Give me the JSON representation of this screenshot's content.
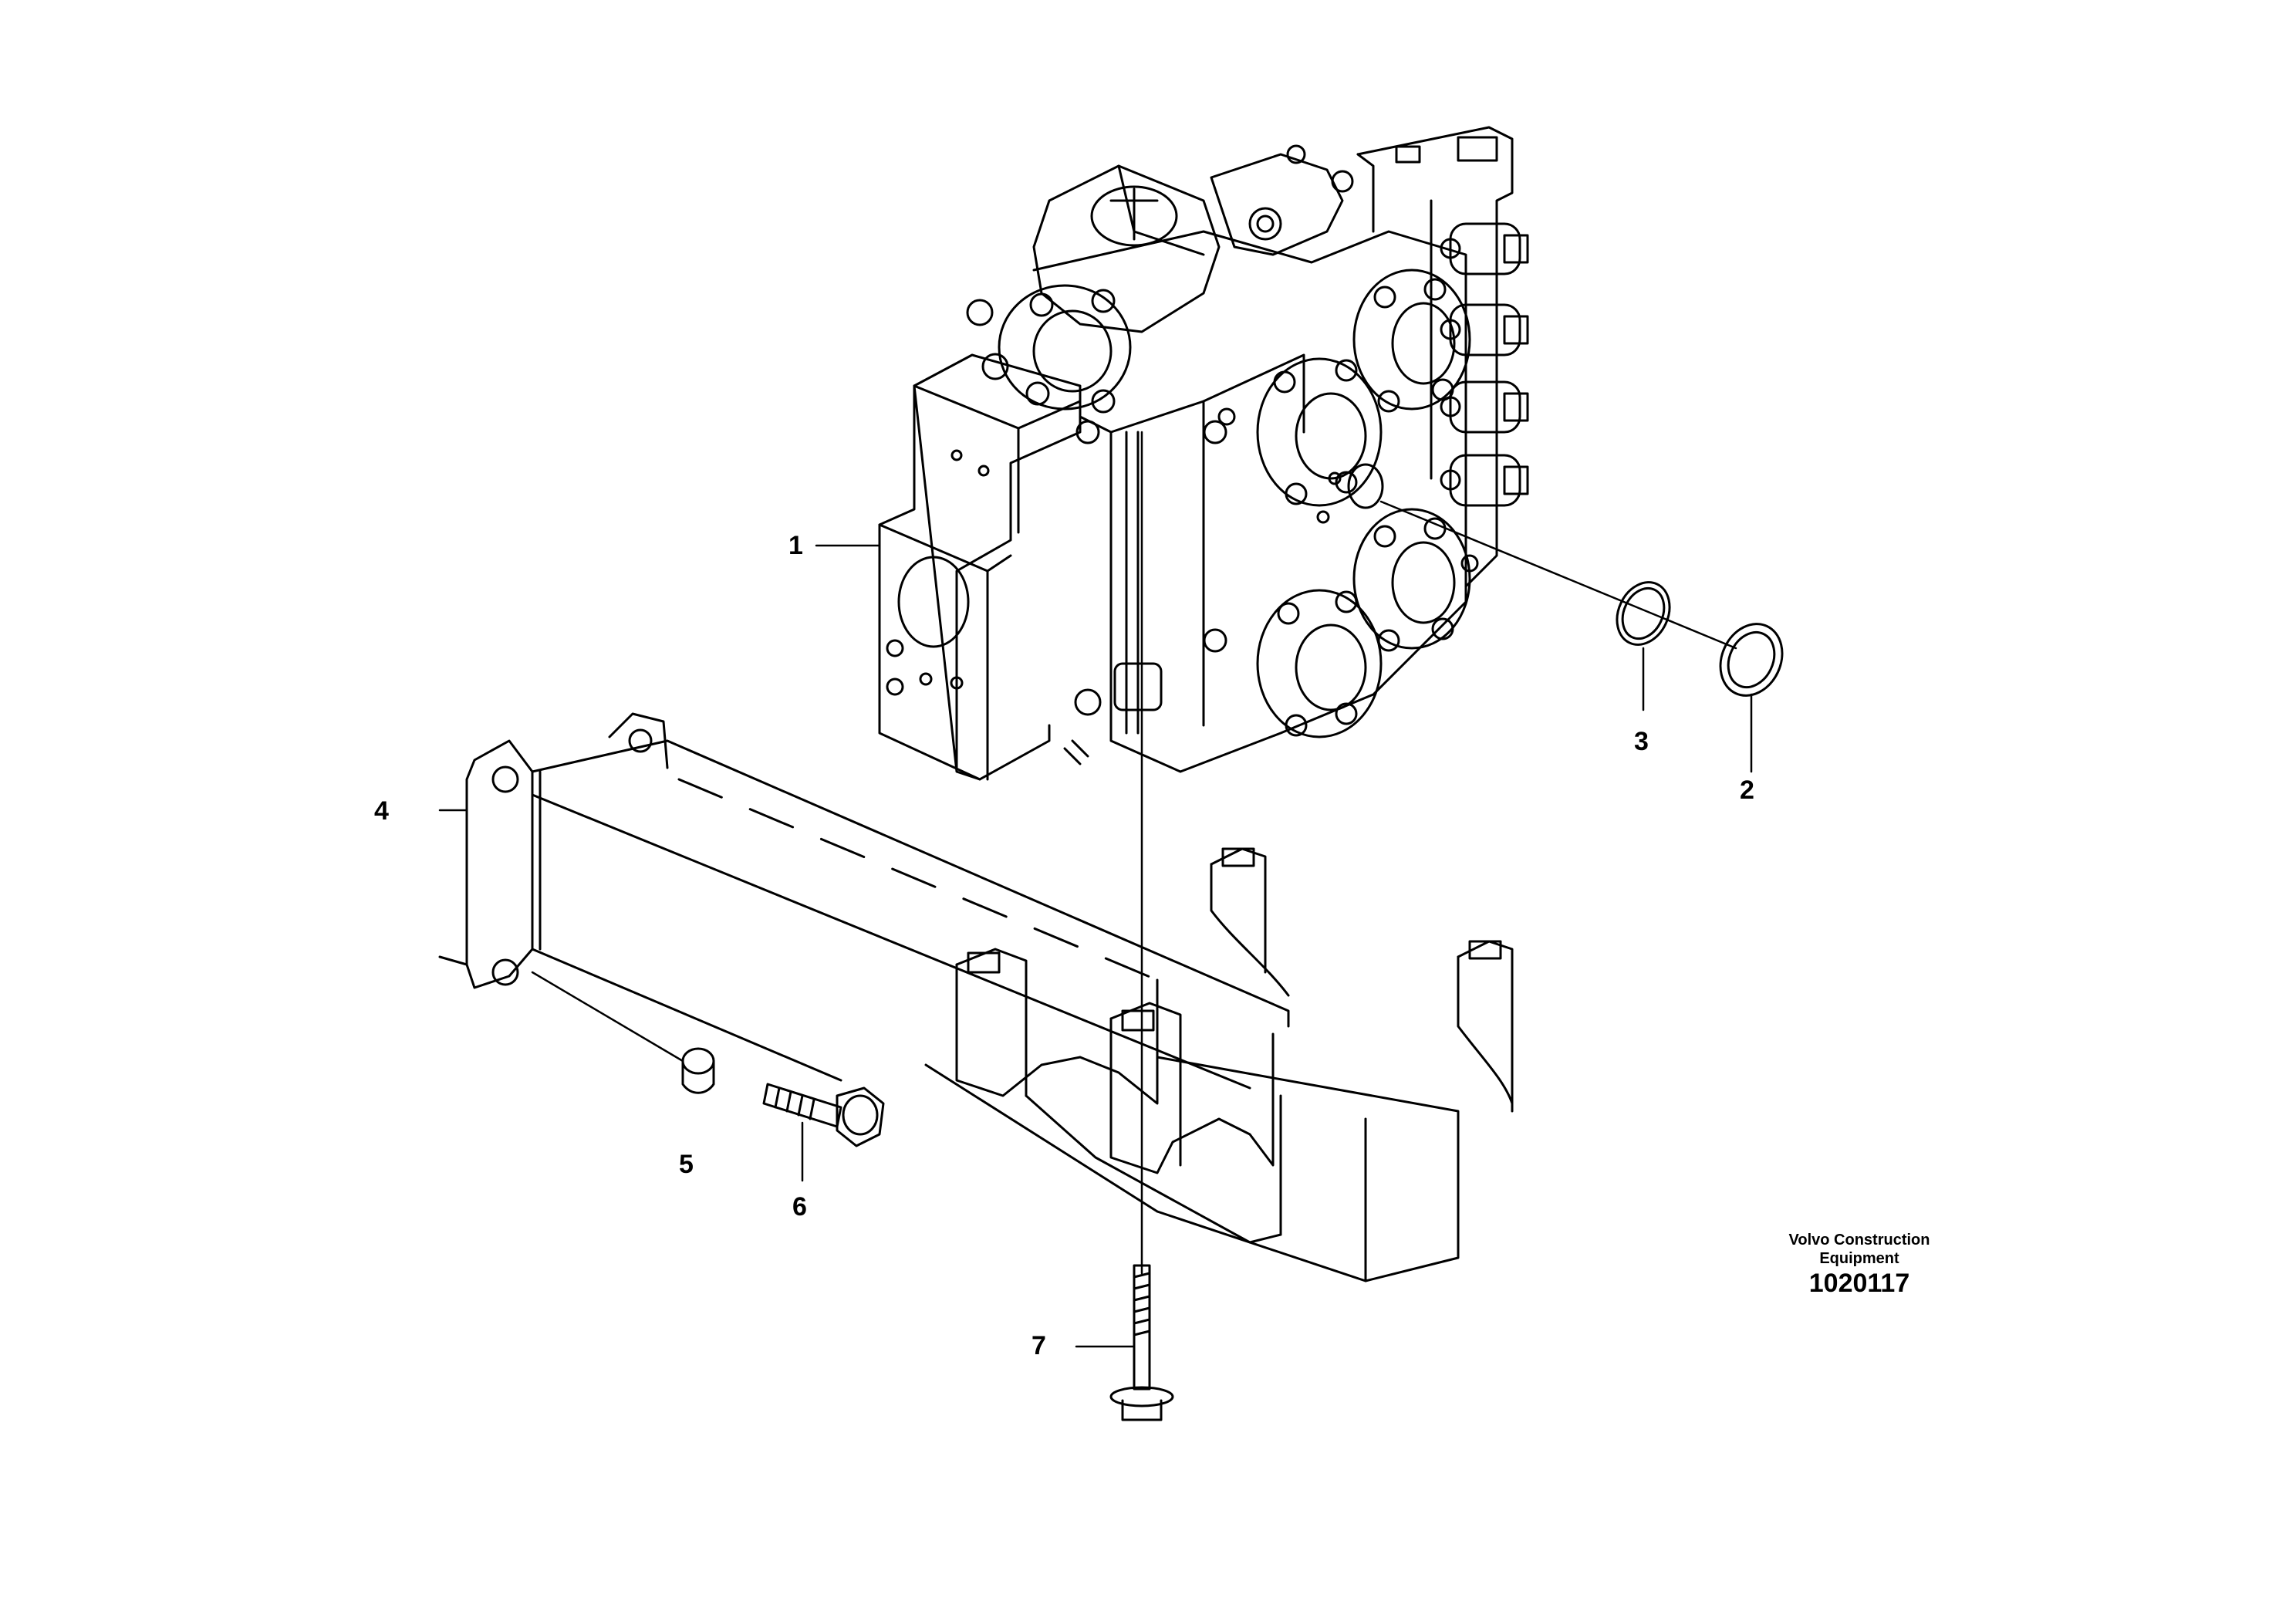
{
  "callouts": {
    "c1": "1",
    "c2": "2",
    "c3": "3",
    "c4": "4",
    "c5": "5",
    "c6": "6",
    "c7": "7"
  },
  "brand": {
    "line1": "Volvo Construction",
    "line2": "Equipment"
  },
  "document_number": "1020117"
}
